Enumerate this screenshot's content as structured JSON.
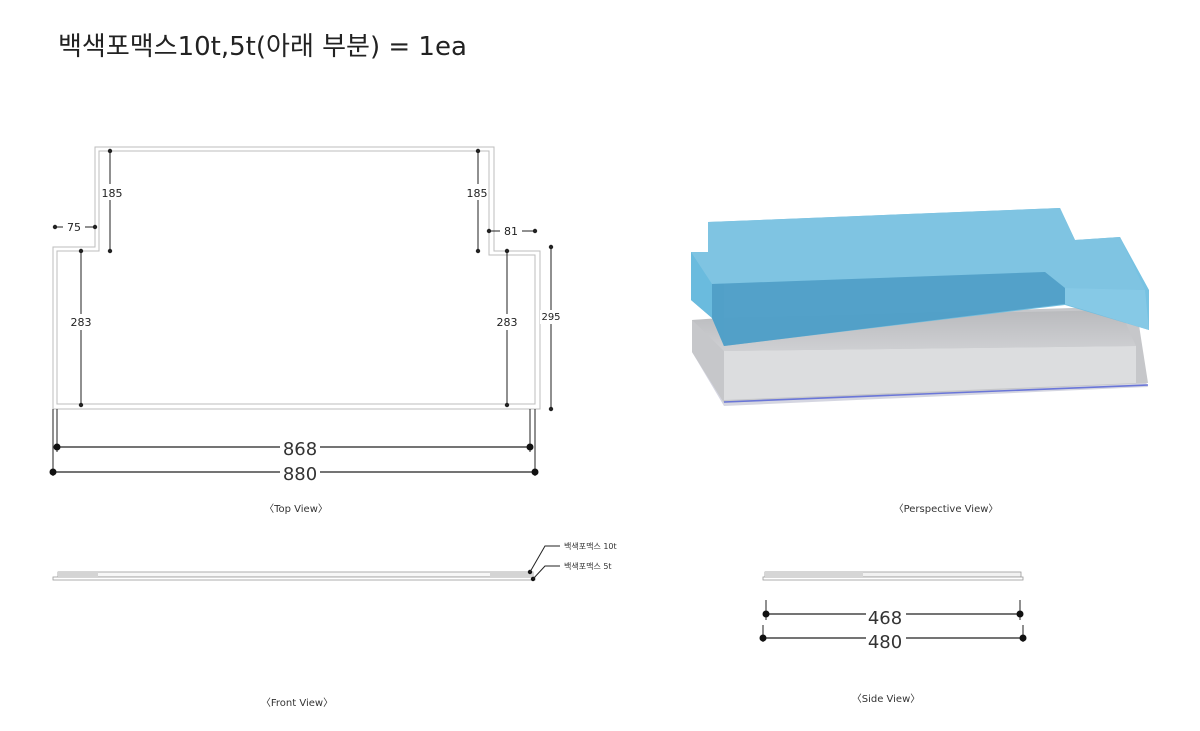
{
  "heading": "백색포맥스10t,5t(아래 부분) = 1ea",
  "views": {
    "top": "〈Top View〉",
    "perspective": "〈Perspective View〉",
    "front": "〈Front View〉",
    "side": "〈Side View〉"
  },
  "dimensions": {
    "top_left_notch_height": "185",
    "top_right_notch_height": "185",
    "left_notch_width": "75",
    "right_notch_width": "81",
    "left_side_length": "283",
    "right_side_inner": "283",
    "right_side_outer": "295",
    "inner_width": "868",
    "outer_width": "880",
    "side_inner": "468",
    "side_outer": "480"
  },
  "callouts": {
    "upper_layer": "백색포맥스 10t",
    "lower_layer": "백색포맥스 5t"
  },
  "colors": {
    "upper_layer": "#6bbde0",
    "lower_layer": "#cfd0d3",
    "line": "#222222"
  }
}
